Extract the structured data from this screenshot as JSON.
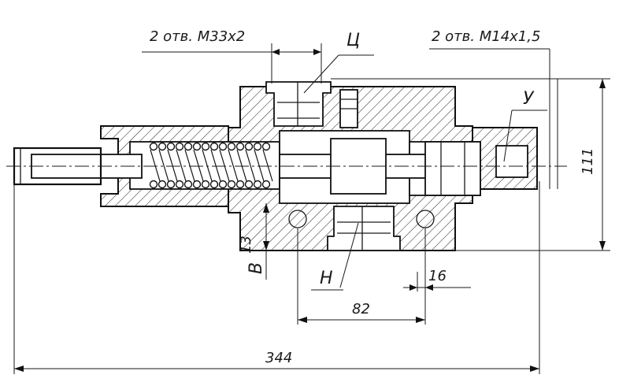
{
  "labels": {
    "holes_left": "2 отв. М33х2",
    "holes_right": "2 отв. М14х1,5",
    "port_c": "Ц",
    "port_u": "У",
    "port_n": "Н",
    "port_v": "В"
  },
  "dimensions": {
    "overall_length": "344",
    "height": "111",
    "port_spacing": "82",
    "port_offset": "16",
    "port_v_offset": "13"
  }
}
